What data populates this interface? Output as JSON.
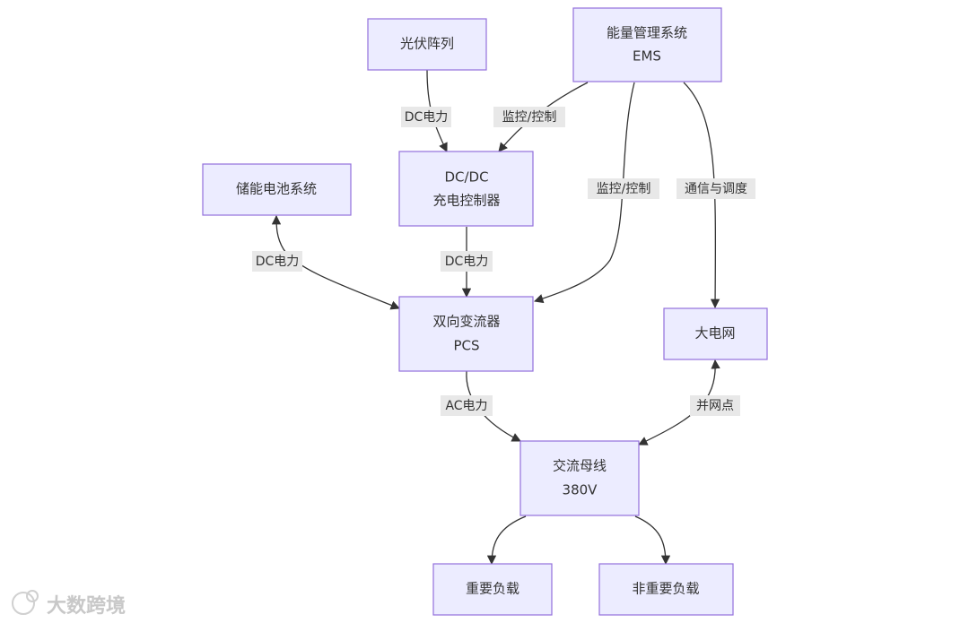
{
  "nodes": {
    "pv": {
      "label": "光伏阵列"
    },
    "ems": {
      "line1": "能量管理系统",
      "line2": "EMS"
    },
    "battery": {
      "label": "储能电池系统"
    },
    "dcdc": {
      "line1": "DC/DC",
      "line2": "充电控制器"
    },
    "pcs": {
      "line1": "双向变流器",
      "line2": "PCS"
    },
    "grid": {
      "label": "大电网"
    },
    "acbus": {
      "line1": "交流母线",
      "line2": "380V"
    },
    "critical_load": {
      "label": "重要负载"
    },
    "noncritical_load": {
      "label": "非重要负载"
    }
  },
  "edges": {
    "pv_dcdc": "DC电力",
    "ems_dcdc": "监控/控制",
    "ems_pcs": "监控/控制",
    "ems_grid": "通信与调度",
    "battery_pcs": "DC电力",
    "dcdc_pcs": "DC电力",
    "pcs_acbus": "AC电力",
    "grid_acbus": "并网点"
  },
  "watermark": {
    "text": "大数跨境"
  },
  "colors": {
    "node_fill": "#ECECFF",
    "node_stroke": "#9370DB",
    "edge": "#333333",
    "label_bg": "#e8e8e8"
  }
}
